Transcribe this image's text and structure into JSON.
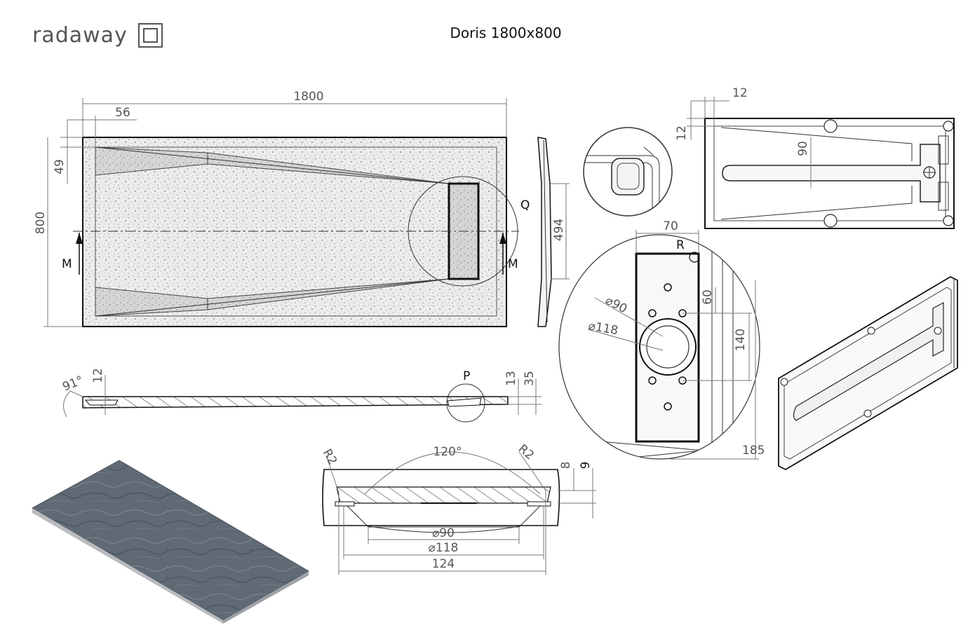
{
  "header": {
    "brand": "radaway",
    "title": "Doris 1800x800"
  },
  "top_view": {
    "dim_length": "1800",
    "dim_edge": "56",
    "dim_edge_v": "49",
    "dim_width": "800",
    "section_mark_left": "M",
    "section_mark_right": "M",
    "detail_label": "Q"
  },
  "side_view": {
    "dim_drain_width": "494"
  },
  "detail_q": {},
  "underside_view": {
    "dim_corner_h": "12",
    "dim_corner_v": "12",
    "dim_channel": "90"
  },
  "detail_r": {
    "label": "R",
    "dim_width": "70",
    "dim_hole_pitch": "60",
    "dim_hole_span": "140",
    "dim_length": "185",
    "dim_dia_inner": "⌀90",
    "dim_dia_outer": "⌀118"
  },
  "section_m": {
    "dim_angle": "91°",
    "dim_rim": "12",
    "dim_thick_a": "13",
    "dim_thick_b": "35",
    "detail_label": "P"
  },
  "detail_p": {
    "dim_radius_left": "R2",
    "dim_radius_right": "R2",
    "dim_angle": "120°",
    "dim_depth_a": "8",
    "dim_depth_b": "9",
    "dim_dia_inner": "⌀90",
    "dim_dia_outer": "⌀118",
    "dim_width": "124"
  },
  "colors": {
    "line": "#111111",
    "dimension": "#777777",
    "stone_texture": "#c9c9c9",
    "slate": "#5c6670",
    "slate_edge": "#b9bcbf"
  }
}
